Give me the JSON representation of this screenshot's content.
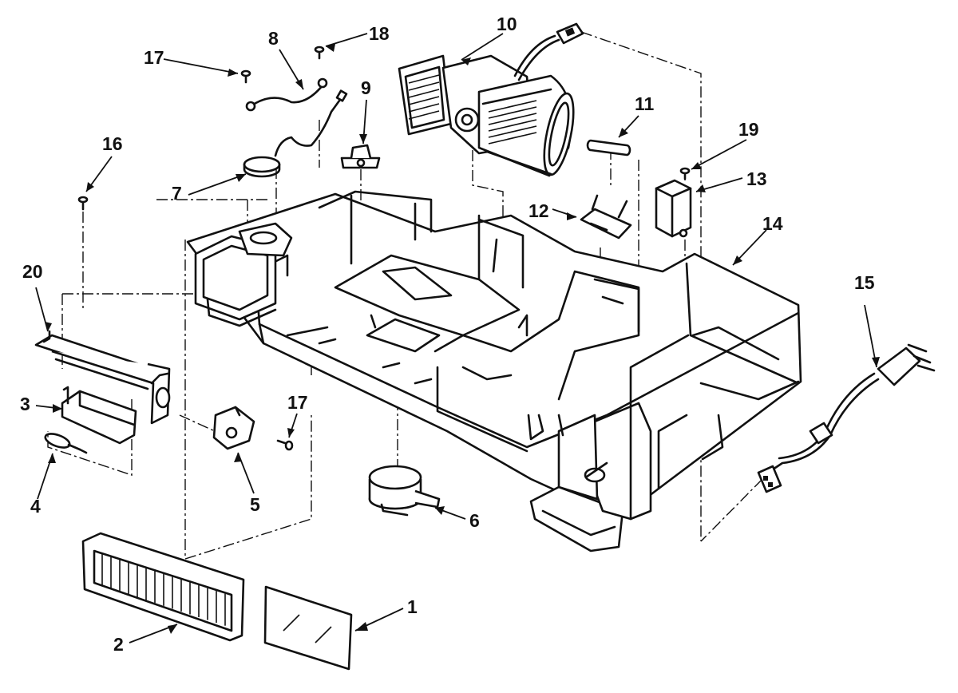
{
  "diagram": {
    "callouts": [
      {
        "id": "c1",
        "label": "1"
      },
      {
        "id": "c2",
        "label": "2"
      },
      {
        "id": "c3",
        "label": "3"
      },
      {
        "id": "c4",
        "label": "4"
      },
      {
        "id": "c5",
        "label": "5"
      },
      {
        "id": "c6",
        "label": "6"
      },
      {
        "id": "c7",
        "label": "7"
      },
      {
        "id": "c8",
        "label": "8"
      },
      {
        "id": "c9",
        "label": "9"
      },
      {
        "id": "c10",
        "label": "10"
      },
      {
        "id": "c11",
        "label": "11"
      },
      {
        "id": "c12",
        "label": "12"
      },
      {
        "id": "c13",
        "label": "13"
      },
      {
        "id": "c14",
        "label": "14"
      },
      {
        "id": "c15",
        "label": "15"
      },
      {
        "id": "c16",
        "label": "16"
      },
      {
        "id": "c17a",
        "label": "17"
      },
      {
        "id": "c17b",
        "label": "17"
      },
      {
        "id": "c18",
        "label": "18"
      },
      {
        "id": "c19",
        "label": "19"
      },
      {
        "id": "c20",
        "label": "20"
      }
    ]
  }
}
